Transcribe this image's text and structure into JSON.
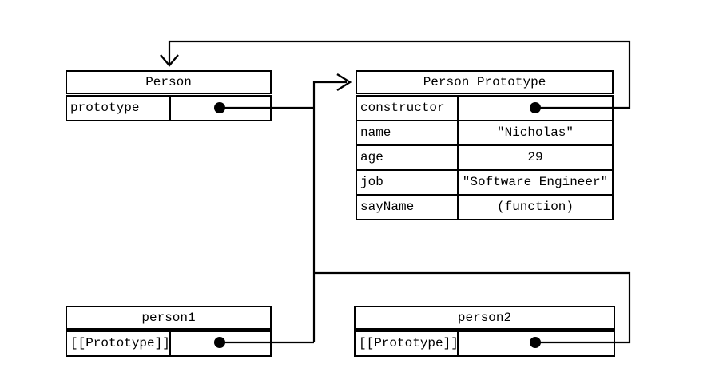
{
  "diagram": {
    "background_color": "#ffffff",
    "line_color": "#000000",
    "text_color": "#000000",
    "boxes": {
      "person": {
        "title": "Person",
        "rows": [
          {
            "key": "prototype",
            "value": ""
          }
        ]
      },
      "person_prototype": {
        "title": "Person Prototype",
        "rows": [
          {
            "key": "constructor",
            "value": ""
          },
          {
            "key": "name",
            "value": "\"Nicholas\""
          },
          {
            "key": "age",
            "value": "29"
          },
          {
            "key": "job",
            "value": "\"Software Engineer\""
          },
          {
            "key": "sayName",
            "value": "(function)"
          }
        ]
      },
      "person1": {
        "title": "person1",
        "rows": [
          {
            "key": "[[Prototype]]",
            "value": ""
          }
        ]
      },
      "person2": {
        "title": "person2",
        "rows": [
          {
            "key": "[[Prototype]]",
            "value": ""
          }
        ]
      }
    },
    "edges": [
      {
        "from": "Person.prototype",
        "to": "Person Prototype"
      },
      {
        "from": "Person Prototype.constructor",
        "to": "Person"
      },
      {
        "from": "person1.[[Prototype]]",
        "to": "Person Prototype"
      },
      {
        "from": "person2.[[Prototype]]",
        "to": "Person Prototype"
      }
    ]
  }
}
